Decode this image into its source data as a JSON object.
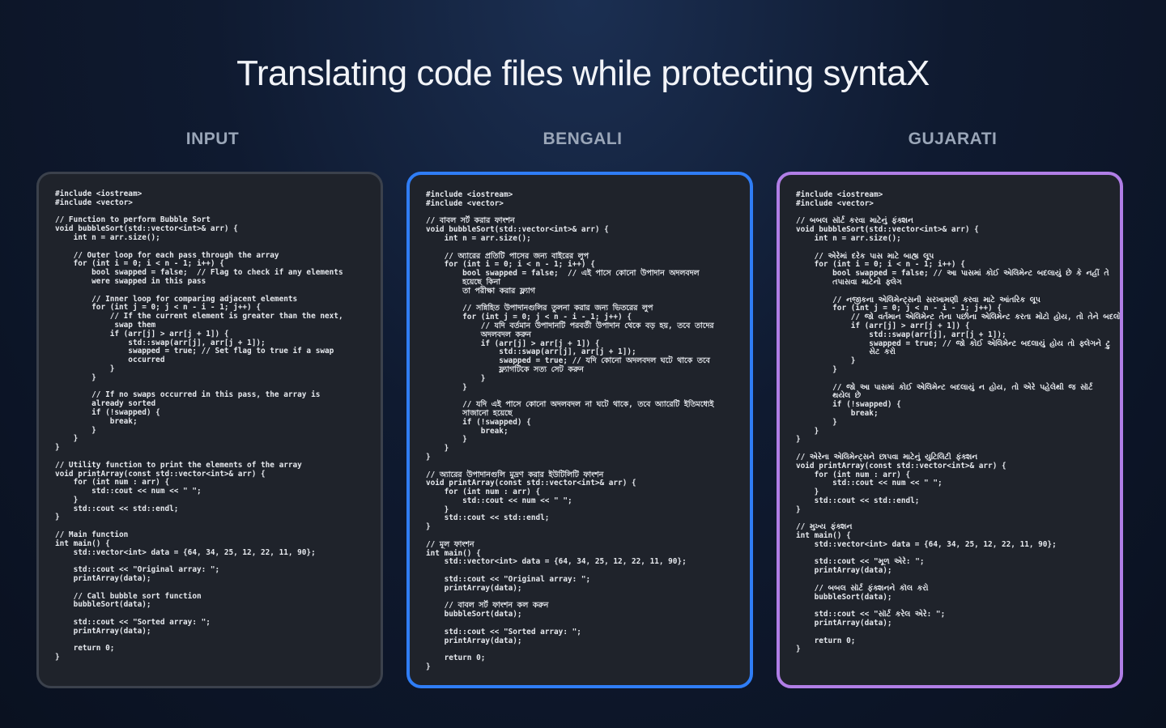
{
  "title": "Translating code files while protecting syntaX",
  "columns": [
    {
      "label": "INPUT",
      "accent": "#3b414c",
      "code": [
        "#include <iostream>",
        "#include <vector>",
        "",
        "// Function to perform Bubble Sort",
        "void bubbleSort(std::vector<int>& arr) {",
        "    int n = arr.size();",
        "",
        "    // Outer loop for each pass through the array",
        "    for (int i = 0; i < n - 1; i++) {",
        "        bool swapped = false;  // Flag to check if any elements",
        "        were swapped in this pass",
        "",
        "        // Inner loop for comparing adjacent elements",
        "        for (int j = 0; j < n - i - 1; j++) {",
        "            // If the current element is greater than the next,",
        "             swap them",
        "            if (arr[j] > arr[j + 1]) {",
        "                std::swap(arr[j], arr[j + 1]);",
        "                swapped = true; // Set flag to true if a swap",
        "                occurred",
        "            }",
        "        }",
        "",
        "        // If no swaps occurred in this pass, the array is",
        "        already sorted",
        "        if (!swapped) {",
        "            break;",
        "        }",
        "    }",
        "}",
        "",
        "// Utility function to print the elements of the array",
        "void printArray(const std::vector<int>& arr) {",
        "    for (int num : arr) {",
        "        std::cout << num << \" \";",
        "    }",
        "    std::cout << std::endl;",
        "}",
        "",
        "// Main function",
        "int main() {",
        "    std::vector<int> data = {64, 34, 25, 12, 22, 11, 90};",
        "",
        "    std::cout << \"Original array: \";",
        "    printArray(data);",
        "",
        "    // Call bubble sort function",
        "    bubbleSort(data);",
        "",
        "    std::cout << \"Sorted array: \";",
        "    printArray(data);",
        "",
        "    return 0;",
        "}"
      ]
    },
    {
      "label": "BENGALI",
      "accent": "#2f7df6",
      "code": [
        "#include <iostream>",
        "#include <vector>",
        "",
        "// বাবল সর্ট করার ফাংশন",
        "void bubbleSort(std::vector<int>& arr) {",
        "    int n = arr.size();",
        "",
        "    // অ্যারের প্রতিটি পাসের জন্য বাইরের লুপ",
        "    for (int i = 0; i < n - 1; i++) {",
        "        bool swapped = false;  // এই পাসে কোনো উপাদান অদলবদল",
        "        হয়েছে কিনা",
        "        তা পরীক্ষা করার ফ্ল্যাগ",
        "",
        "        // সন্নিহিত উপাদানগুলির তুলনা করার জন্য ভিতরের লুপ",
        "        for (int j = 0; j < n - i - 1; j++) {",
        "            // যদি বর্তমান উপাদানটি পরবর্তী উপাদান থেকে বড় হয়, তবে তাদের",
        "            অদলবদল করুন",
        "            if (arr[j] > arr[j + 1]) {",
        "                std::swap(arr[j], arr[j + 1]);",
        "                swapped = true; // যদি কোনো অদলবদল ঘটে থাকে তবে",
        "                ফ্ল্যাগটিকে সত্য সেট করুন",
        "            }",
        "        }",
        "",
        "        // যদি এই পাসে কোনো অদলবদল না ঘটে থাকে, তবে অ্যারেটি ইতিমধ্যেই",
        "        সাজানো হয়েছে",
        "        if (!swapped) {",
        "            break;",
        "        }",
        "    }",
        "}",
        "",
        "// অ্যারের উপাদানগুলি মুদ্রণ করার ইউটিলিটি ফাংশন",
        "void printArray(const std::vector<int>& arr) {",
        "    for (int num : arr) {",
        "        std::cout << num << \" \";",
        "    }",
        "    std::cout << std::endl;",
        "}",
        "",
        "// মূল ফাংশন",
        "int main() {",
        "    std::vector<int> data = {64, 34, 25, 12, 22, 11, 90};",
        "",
        "    std::cout << \"Original array: \";",
        "    printArray(data);",
        "",
        "    // বাবল সর্ট ফাংশন কল করুন",
        "    bubbleSort(data);",
        "",
        "    std::cout << \"Sorted array: \";",
        "    printArray(data);",
        "",
        "    return 0;",
        "}"
      ]
    },
    {
      "label": "GUJARATI",
      "accent": "#b07ee6",
      "code": [
        "#include <iostream>",
        "#include <vector>",
        "",
        "// બબલ સૉર્ટ કરવા માટેનું ફંક્શન",
        "void bubbleSort(std::vector<int>& arr) {",
        "    int n = arr.size();",
        "",
        "    // એરેમાં દરેક પાસ માટે બાહ્ય લૂપ",
        "    for (int i = 0; i < n - 1; i++) {",
        "        bool swapped = false; // આ પાસમાં કોઈ એલિમેન્ટ બદલાયું છે કે નહીં તે",
        "        તપાસવા માટેનો ફ્લેગ",
        "",
        "        // નજીકના એલિમેન્ટ્સની સરખામણી કરવા માટે આંતરિક લૂપ",
        "        for (int j = 0; j < n - i - 1; j++) {",
        "            // જો વર્તમાન એલિમેન્ટ તેના પછીના એલિમેન્ટ કરતા મોટો હોય, તો તેને બદલો",
        "            if (arr[j] > arr[j + 1]) {",
        "                std::swap(arr[j], arr[j + 1]);",
        "                swapped = true; // જો કોઈ એલિમેન્ટ બદલાયું હોય તો ફ્લેગને ટ્રુ",
        "                સેટ કરો",
        "            }",
        "        }",
        "",
        "        // જો આ પાસમાં કોઈ એલિમેન્ટ બદલાયું ન હોય, તો એરે પહેલેથી જ સૉર્ટ",
        "        થયેલ છે",
        "        if (!swapped) {",
        "            break;",
        "        }",
        "    }",
        "}",
        "",
        "// એરેના એલિમેન્ટ્સને છાપવા માટેનું યુટિલિટી ફંક્શન",
        "void printArray(const std::vector<int>& arr) {",
        "    for (int num : arr) {",
        "        std::cout << num << \" \";",
        "    }",
        "    std::cout << std::endl;",
        "}",
        "",
        "// મુખ્ય ફંક્શન",
        "int main() {",
        "    std::vector<int> data = {64, 34, 25, 12, 22, 11, 90};",
        "",
        "    std::cout << \"મૂળ એરે: \";",
        "    printArray(data);",
        "",
        "    // બબલ સૉર્ટ ફંક્શનને કૉલ કરો",
        "    bubbleSort(data);",
        "",
        "    std::cout << \"સૉર્ટ કરેલ એરે: \";",
        "    printArray(data);",
        "",
        "    return 0;",
        "}"
      ]
    }
  ]
}
